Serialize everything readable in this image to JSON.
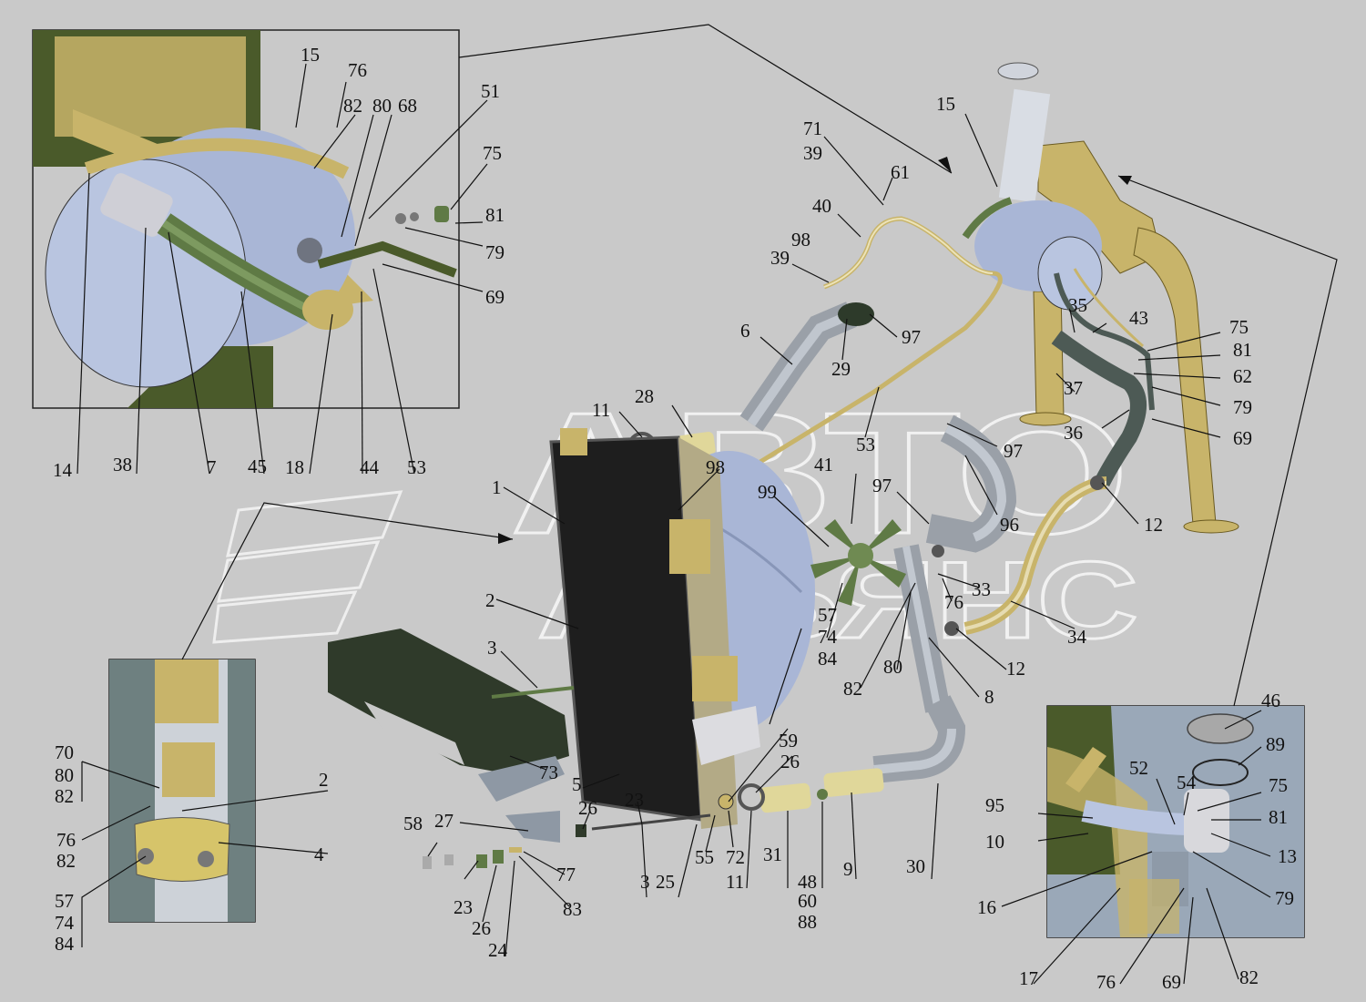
{
  "watermark": {
    "line1": "АВТО",
    "line2": "АЛЬЯНС"
  },
  "callouts": {
    "c1": "1",
    "c2": "2",
    "c3": "3",
    "c4": "4",
    "c5": "5",
    "c6": "6",
    "c7": "7",
    "c8": "8",
    "c9": "9",
    "c10": "10",
    "c11": "11",
    "c12": "12",
    "c13": "13",
    "c14": "14",
    "c15": "15",
    "c16": "16",
    "c17": "17",
    "c18": "18",
    "c23": "23",
    "c24": "24",
    "c25": "25",
    "c26": "26",
    "c27": "27",
    "c28": "28",
    "c29": "29",
    "c30": "30",
    "c31": "31",
    "c33": "33",
    "c34": "34",
    "c35": "35",
    "c36": "36",
    "c37": "37",
    "c38": "38",
    "c39": "39",
    "c40": "40",
    "c41": "41",
    "c43": "43",
    "c44": "44",
    "c45": "45",
    "c46": "46",
    "c48": "48",
    "c51": "51",
    "c52": "52",
    "c53": "53",
    "c54": "54",
    "c55": "55",
    "c57": "57",
    "c58": "58",
    "c59": "59",
    "c60": "60",
    "c61": "61",
    "c62": "62",
    "c68": "68",
    "c69": "69",
    "c70": "70",
    "c71": "71",
    "c72": "72",
    "c73": "73",
    "c74": "74",
    "c75": "75",
    "c76": "76",
    "c77": "77",
    "c79": "79",
    "c80": "80",
    "c81": "81",
    "c82": "82",
    "c83": "83",
    "c84": "84",
    "c88": "88",
    "c89": "89",
    "c95": "95",
    "c96": "96",
    "c97": "97",
    "c98": "98",
    "c99": "99"
  },
  "colors": {
    "background": "#c9c9c9",
    "bracket_olive": "#c8b46a",
    "frame_green": "#4a5a2a",
    "tank_blue": "#a9b6d6",
    "pipe_grey": "#9aa0a8",
    "hose_green": "#5f7a45",
    "radiator_black": "#1e1e1e"
  }
}
